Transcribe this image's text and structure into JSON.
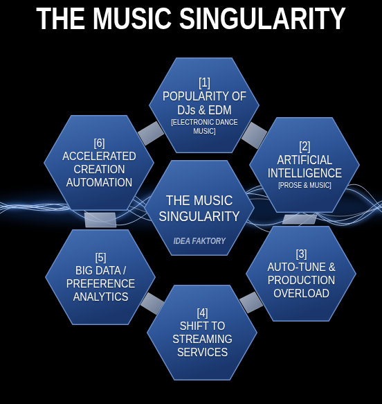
{
  "diagram": {
    "title": "THE MUSIC SINGULARITY",
    "nodes": [
      {
        "text": [
          "THE MUSIC SINGULARITY"
        ]
      },
      {
        "text": [
          "[1]",
          "POPULARITY OF DJs & EDM",
          "[ELECTRONIC DANCE MUSIC]"
        ]
      },
      {
        "text": [
          "[2]",
          "ARTIFICIAL INTELLIGENCE",
          "[PROSE & MUSIC]"
        ]
      },
      {
        "text": [
          "[3]",
          "AUTO-TUNE & PRODUCTION OVERLOAD"
        ]
      },
      {
        "text": [
          "[4]",
          "SHIFT TO STREAMING SERVICES"
        ]
      },
      {
        "text": [
          "[5]",
          "BIG DATA / PREFERENCE ANALYTICS"
        ]
      },
      {
        "text": [
          "[6]",
          "ACCELERATED CREATION AUTOMATION"
        ]
      }
    ],
    "labels": [
      "IDEA FAKTORY"
    ]
  }
}
